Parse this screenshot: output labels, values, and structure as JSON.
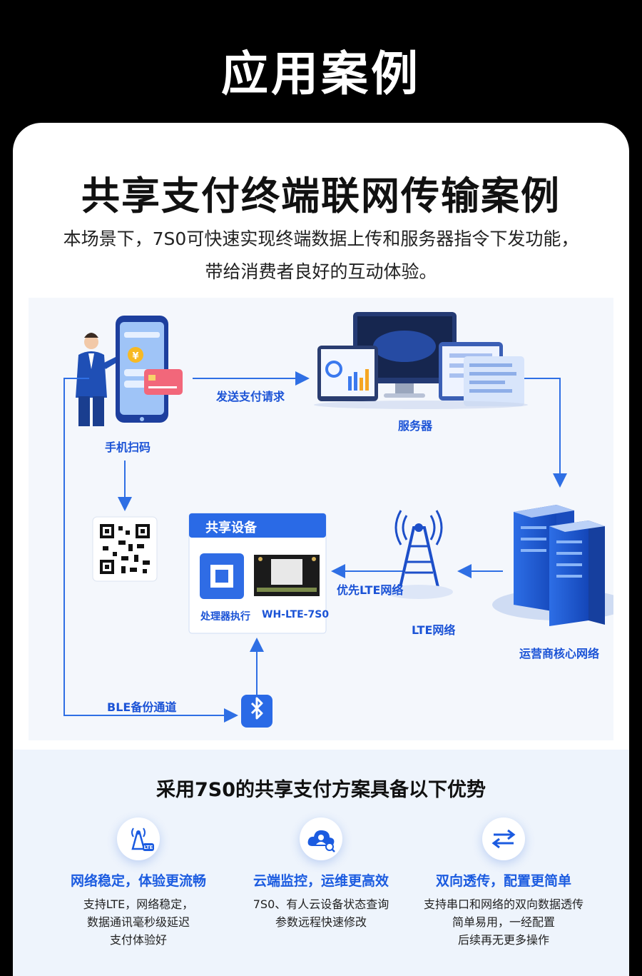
{
  "header": {
    "title": "应用案例"
  },
  "case": {
    "title": "共享支付终端联网传输案例",
    "desc_line1": "本场景下，7S0可快速实现终端数据上传和服务器指令下发功能，",
    "desc_line2": "带给消费者良好的互动体验。"
  },
  "diagram": {
    "phone_label": "手机扫码",
    "pay_request_label": "发送支付请求",
    "server_label": "服务器",
    "operator_label": "运营商核心网络",
    "lte_label": "LTE网络",
    "lte_priority_label": "优先LTE网络",
    "ble_label": "BLE备份通道",
    "device_box_title": "共享设备",
    "processor_label": "处理器执行",
    "module_label": "WH-LTE-7S0",
    "pay_symbol": "¥"
  },
  "advantages": {
    "title": "采用7S0的共享支付方案具备以下优势",
    "items": [
      {
        "icon": "lte-tower-icon",
        "title": "网络稳定，体验更流畅",
        "line1": "支持LTE，网络稳定，",
        "line2": "数据通讯毫秒级延迟",
        "line3": "支付体验好"
      },
      {
        "icon": "cloud-user-icon",
        "title": "云端监控，运维更高效",
        "line1": "7S0、有人云设备状态查询",
        "line2": "参数远程快速修改",
        "line3": ""
      },
      {
        "icon": "two-way-arrows-icon",
        "title": "双向透传，配置更简单",
        "line1": "支持串口和网络的双向数据透传",
        "line2": "简单易用，一经配置",
        "line3": "后续再无更多操作"
      }
    ]
  },
  "colors": {
    "accent": "#1b5be0",
    "arrow": "#2f6fe4",
    "header_bg": "#000000",
    "panel_bg": "#eef4fc"
  }
}
